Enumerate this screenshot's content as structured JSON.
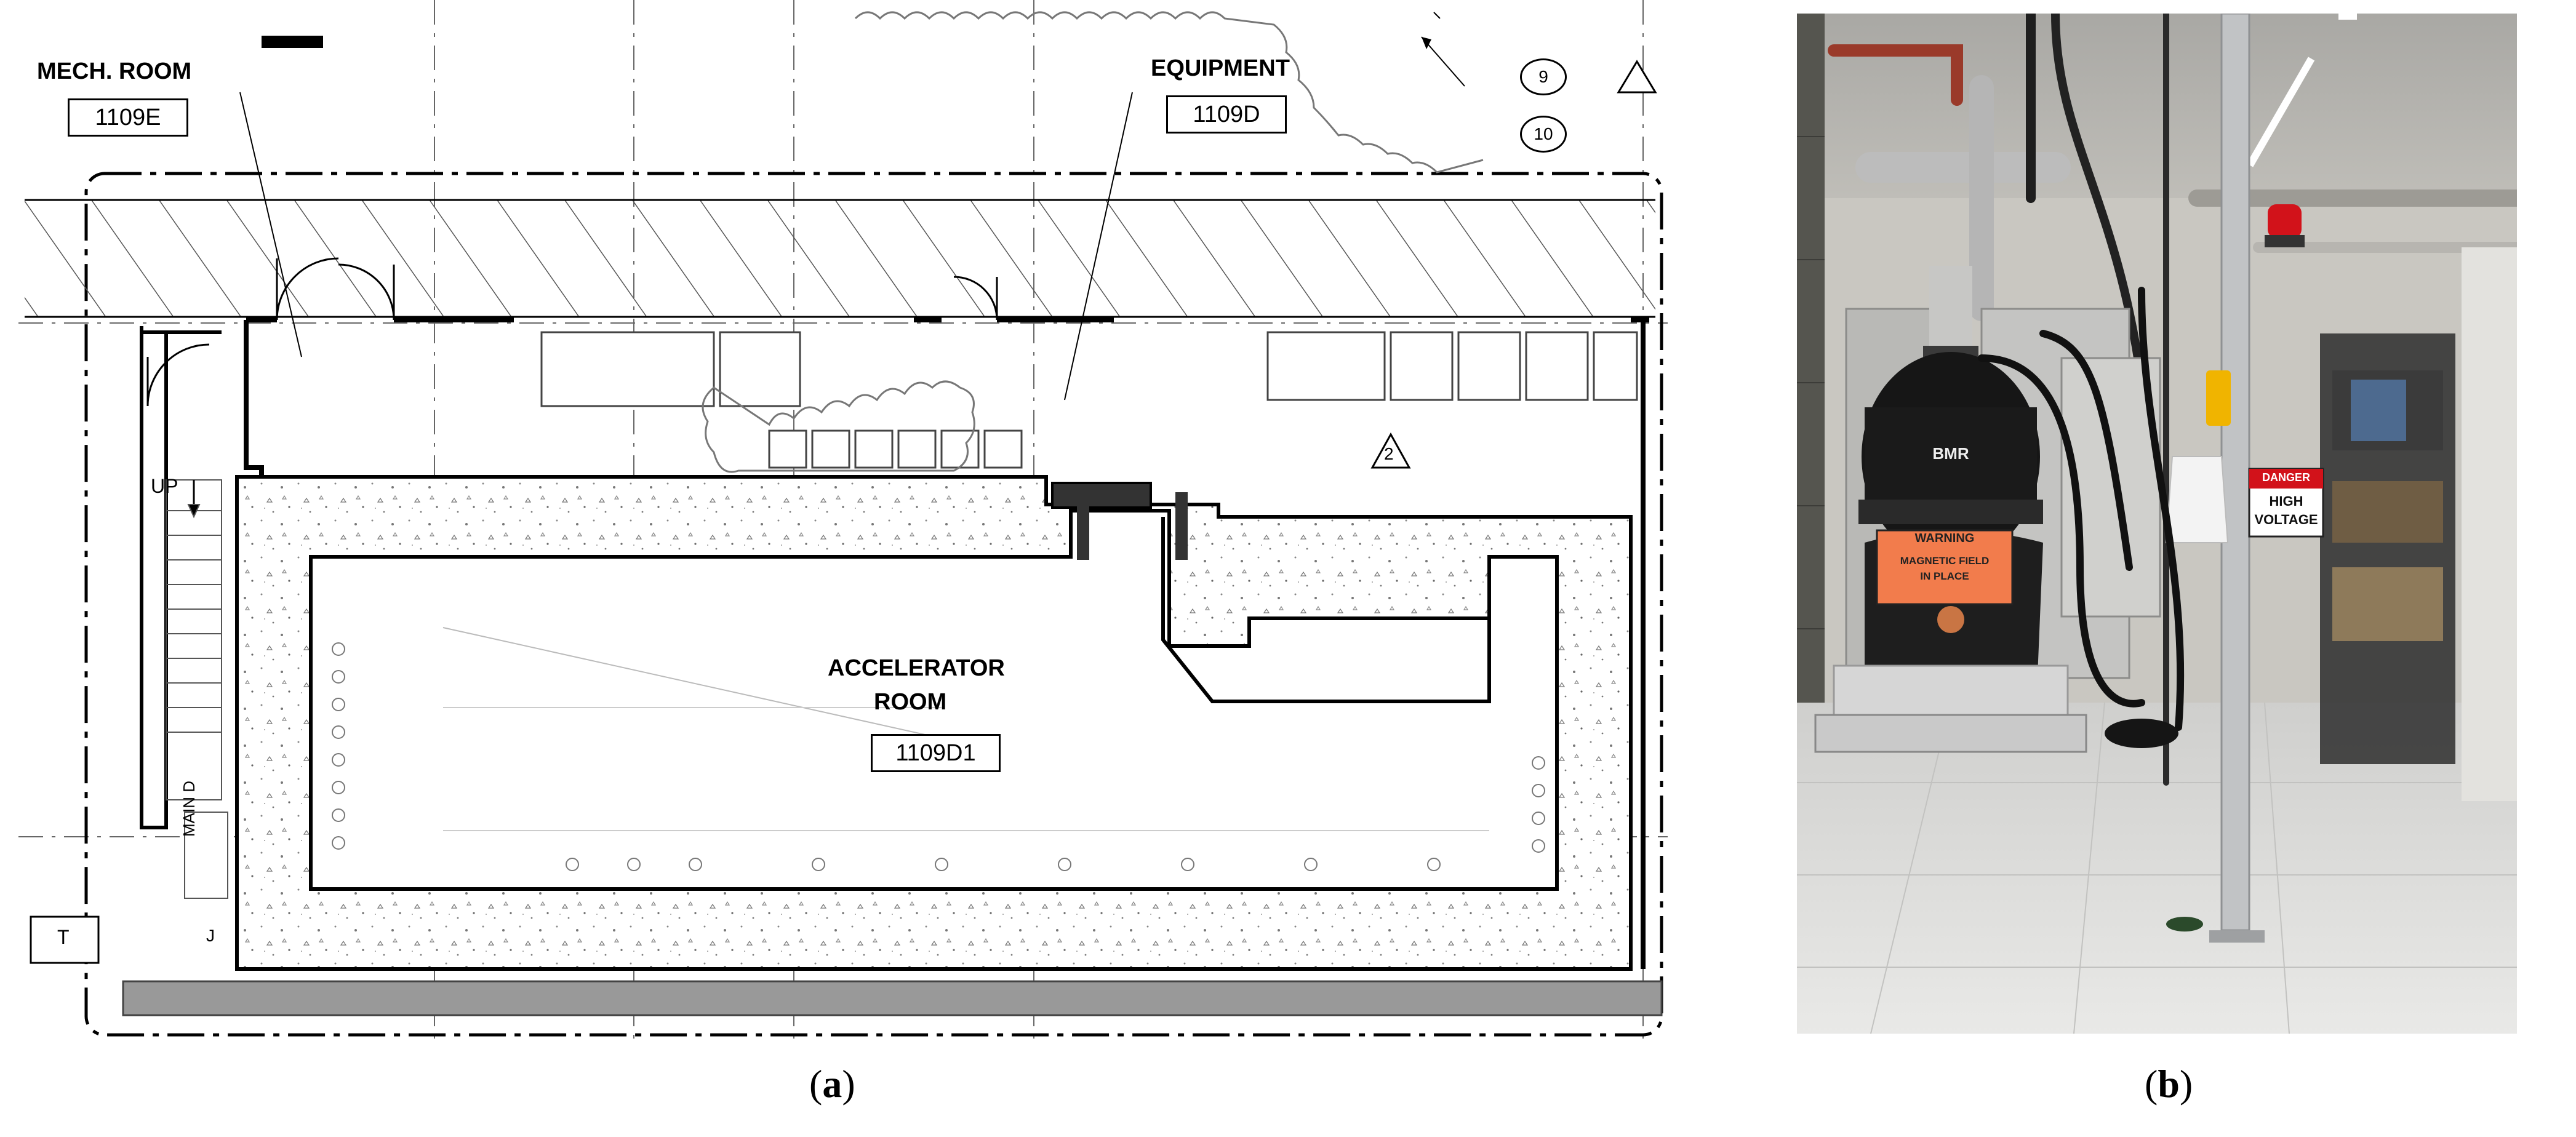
{
  "panel_a": {
    "rooms": [
      {
        "name": "MECH. ROOM",
        "number": "1109E"
      },
      {
        "name": "EQUIPMENT",
        "number": "1109D"
      },
      {
        "name_line1": "ACCELERATOR",
        "name_line2": "ROOM",
        "number": "1109D1"
      }
    ],
    "stair_label": "UP",
    "mainp_label": "MAIN D",
    "tag_t": "T",
    "callouts": [
      "9",
      "10"
    ],
    "triangle_marks": [
      "2"
    ],
    "grid_j": "J",
    "caption": "a"
  },
  "panel_b": {
    "warning_sign": {
      "header": "WARNING",
      "line1": "MAGNETIC FIELD",
      "line2": "IN PLACE"
    },
    "danger_sign": {
      "header": "DANGER",
      "line1": "HIGH",
      "line2": "VOLTAGE"
    },
    "device_label": "BMR",
    "caption": "b"
  },
  "colors": {
    "line": "#000000",
    "hatch": "#555555",
    "floor": "#e6e6e4",
    "warning_orange": "#f27c4c",
    "beacon_red": "#d2121a"
  }
}
